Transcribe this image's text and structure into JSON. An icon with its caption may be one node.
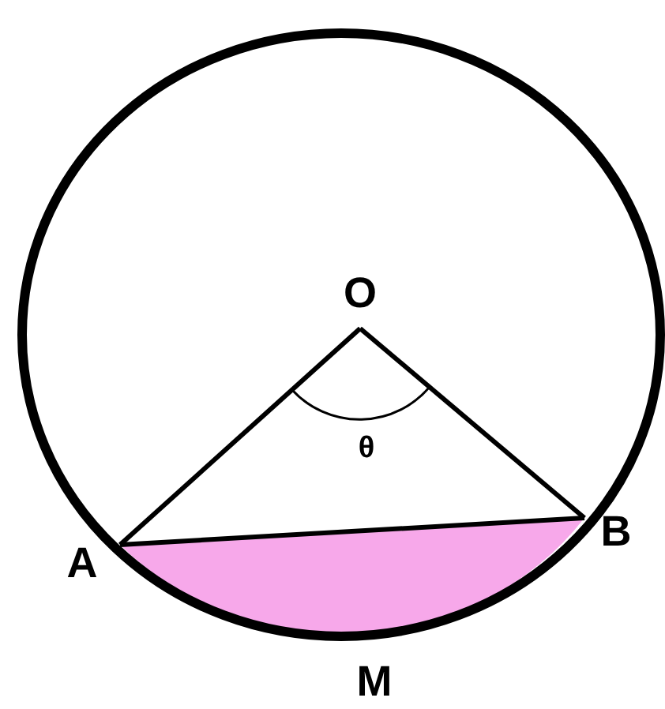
{
  "diagram": {
    "labels": [
      "O",
      "θ",
      "A",
      "B",
      "M"
    ]
  }
}
